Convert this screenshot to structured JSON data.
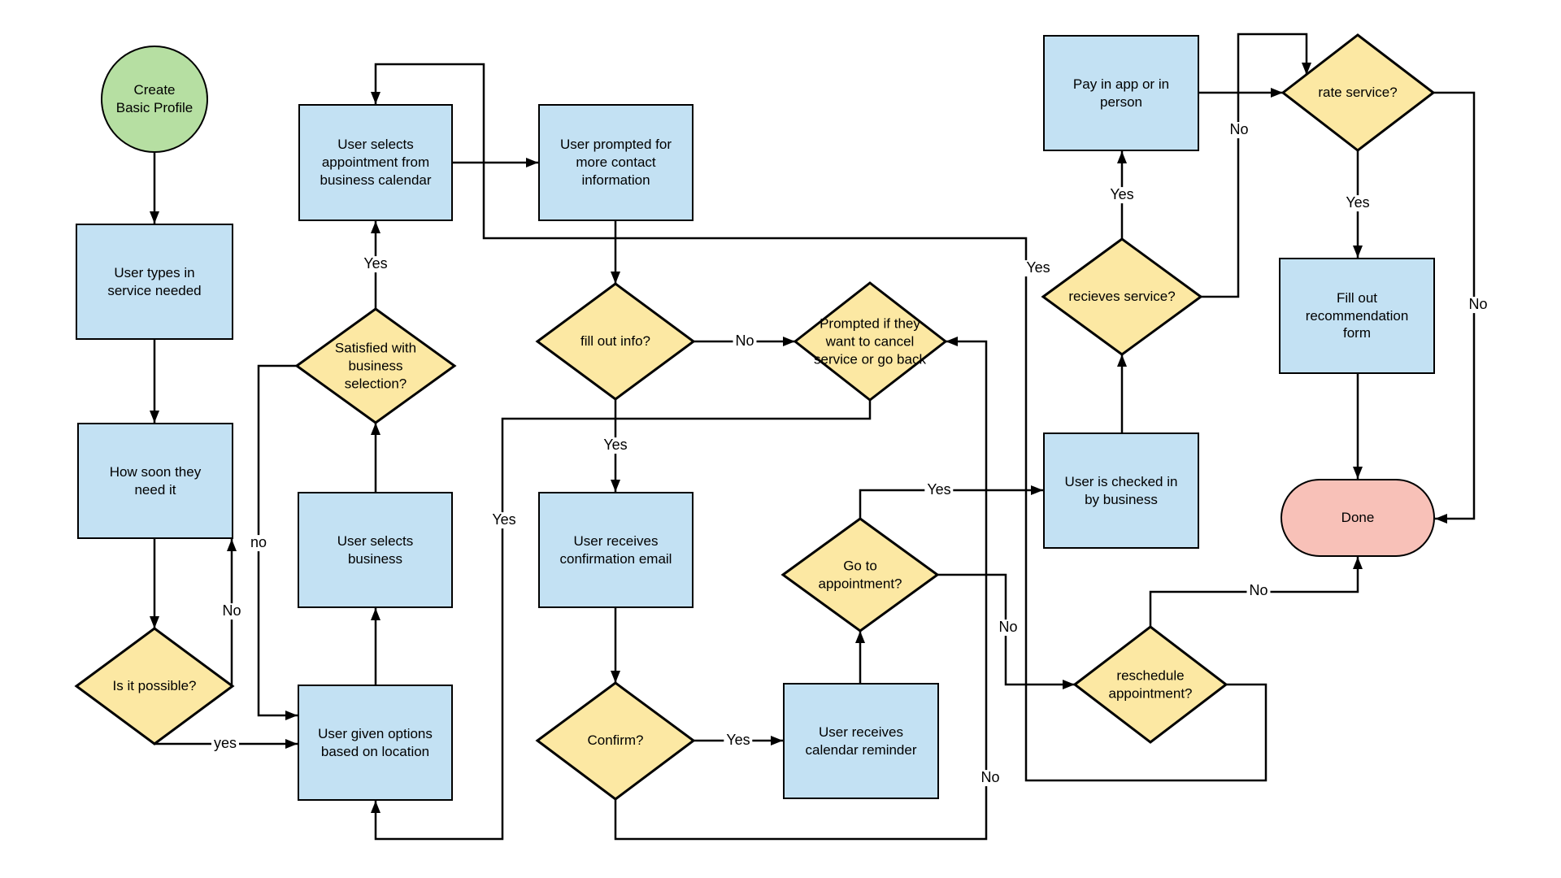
{
  "diagram_type": "flowchart",
  "colors": {
    "process_fill": "#c3e1f3",
    "decision_fill": "#fce8a3",
    "start_fill": "#b6dfa2",
    "end_fill": "#f8c1b8",
    "line": "#000000",
    "background": "#ffffff"
  },
  "nodes": {
    "start": {
      "text": "Create\nBasic Profile"
    },
    "user_types": {
      "text": "User types in\nservice needed"
    },
    "how_soon": {
      "text": "How soon they\nneed it"
    },
    "is_possible": {
      "text": "Is it possible?"
    },
    "selects_appt": {
      "text": "User selects\nappointment from\nbusiness calendar"
    },
    "prompted_contact": {
      "text": "User prompted for\nmore contact\ninformation"
    },
    "satisfied": {
      "text": "Satisfied with\nbusiness\nselection?"
    },
    "selects_business": {
      "text": "User selects\nbusiness"
    },
    "given_options": {
      "text": "User given options\nbased on location"
    },
    "fill_out_info": {
      "text": "fill out info?"
    },
    "prompted_cancel": {
      "text": "Prompted if they\nwant to cancel\nservice or go back"
    },
    "confirm_email": {
      "text": "User receives\nconfirmation email"
    },
    "confirm": {
      "text": "Confirm?"
    },
    "calendar_reminder": {
      "text": "User receives\ncalendar reminder"
    },
    "go_to_appt": {
      "text": "Go to\nappointment?"
    },
    "checked_in": {
      "text": "User is checked in\nby business"
    },
    "recieves_service": {
      "text": "recieves service?"
    },
    "pay": {
      "text": "Pay in app or in\nperson"
    },
    "rate_service": {
      "text": "rate service?"
    },
    "fill_form": {
      "text": "Fill out\nrecommendation\nform"
    },
    "done": {
      "text": "Done"
    },
    "reschedule": {
      "text": "reschedule\nappointment?"
    }
  },
  "edge_labels": {
    "possible_no": "No",
    "possible_yes": "yes",
    "satisfied_no": "no",
    "satisfied_yes": "Yes",
    "fillinfo_no": "No",
    "fillinfo_yes": "Yes",
    "promptedcancel_yes": "Yes",
    "confirm_yes": "Yes",
    "confirm_no": "No",
    "goto_yes": "Yes",
    "goto_no": "No",
    "recieves_yes": "Yes",
    "recieves_no": "No",
    "rate_yes": "Yes",
    "rate_no": "No",
    "reschedule_no": "No",
    "reschedule_yes": "Yes"
  }
}
